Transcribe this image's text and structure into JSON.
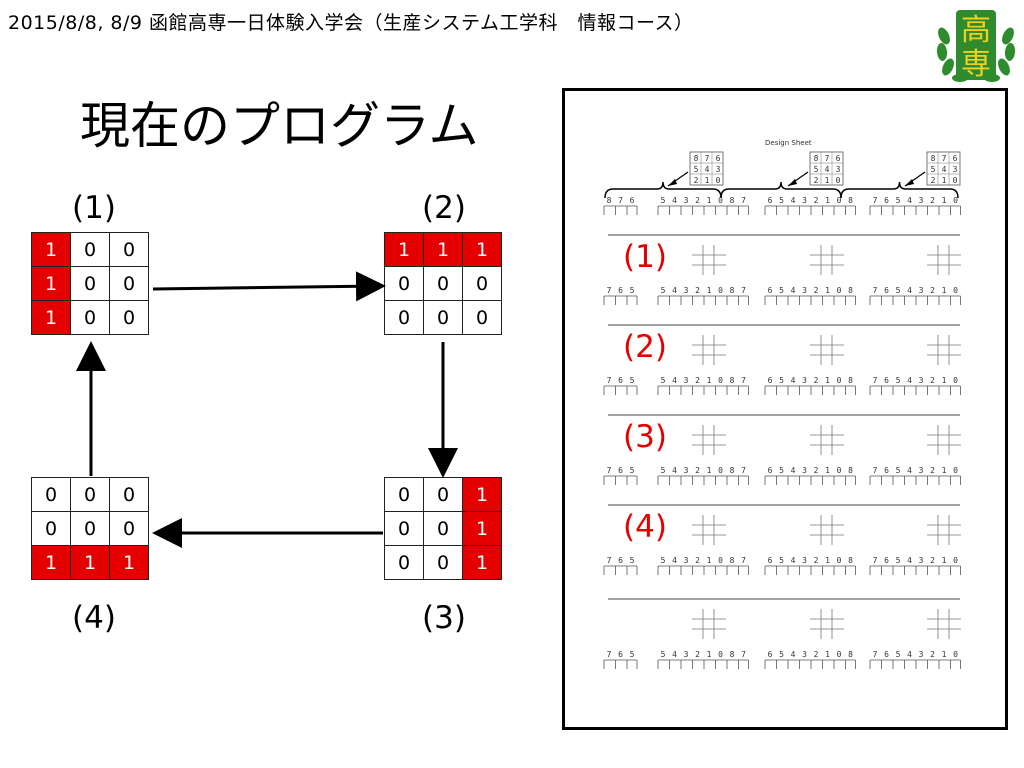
{
  "header": "2015/8/8, 8/9 函館高専一日体験入学会（生産システム工学科　情報コース）",
  "logo": {
    "line1": "高",
    "line2": "専",
    "icon": "laurel-emblem-icon",
    "leaf_color": "#2e8b2e",
    "text_color": "#f0d020"
  },
  "title": "現在のプログラム",
  "colors": {
    "on": "#e50000",
    "on_text": "#ffffff"
  },
  "states": [
    {
      "label": "(1)",
      "cells": [
        [
          1,
          0,
          0
        ],
        [
          1,
          0,
          0
        ],
        [
          1,
          0,
          0
        ]
      ]
    },
    {
      "label": "(2)",
      "cells": [
        [
          1,
          1,
          1
        ],
        [
          0,
          0,
          0
        ],
        [
          0,
          0,
          0
        ]
      ]
    },
    {
      "label": "(3)",
      "cells": [
        [
          0,
          0,
          1
        ],
        [
          0,
          0,
          1
        ],
        [
          0,
          0,
          1
        ]
      ]
    },
    {
      "label": "(4)",
      "cells": [
        [
          0,
          0,
          0
        ],
        [
          0,
          0,
          0
        ],
        [
          1,
          1,
          1
        ]
      ]
    }
  ],
  "sheet": {
    "title": "Design Sheet",
    "legend_rows": [
      [
        "8",
        "7",
        "6"
      ],
      [
        "5",
        "4",
        "3"
      ],
      [
        "2",
        "1",
        "0"
      ]
    ],
    "group1_bits": [
      "8",
      "7",
      "6"
    ],
    "group2_bits": [
      "5",
      "4",
      "3",
      "2",
      "1",
      "0",
      "8",
      "7"
    ],
    "group3_bits": [
      "6",
      "5",
      "4",
      "3",
      "2",
      "1",
      "0",
      "8"
    ],
    "group4_bits": [
      "7",
      "6",
      "5",
      "4",
      "3",
      "2",
      "1",
      "0"
    ],
    "row_group1_bits": [
      "7",
      "6",
      "5"
    ],
    "row_labels": [
      "(1)",
      "(2)",
      "(3)",
      "(4)"
    ]
  }
}
